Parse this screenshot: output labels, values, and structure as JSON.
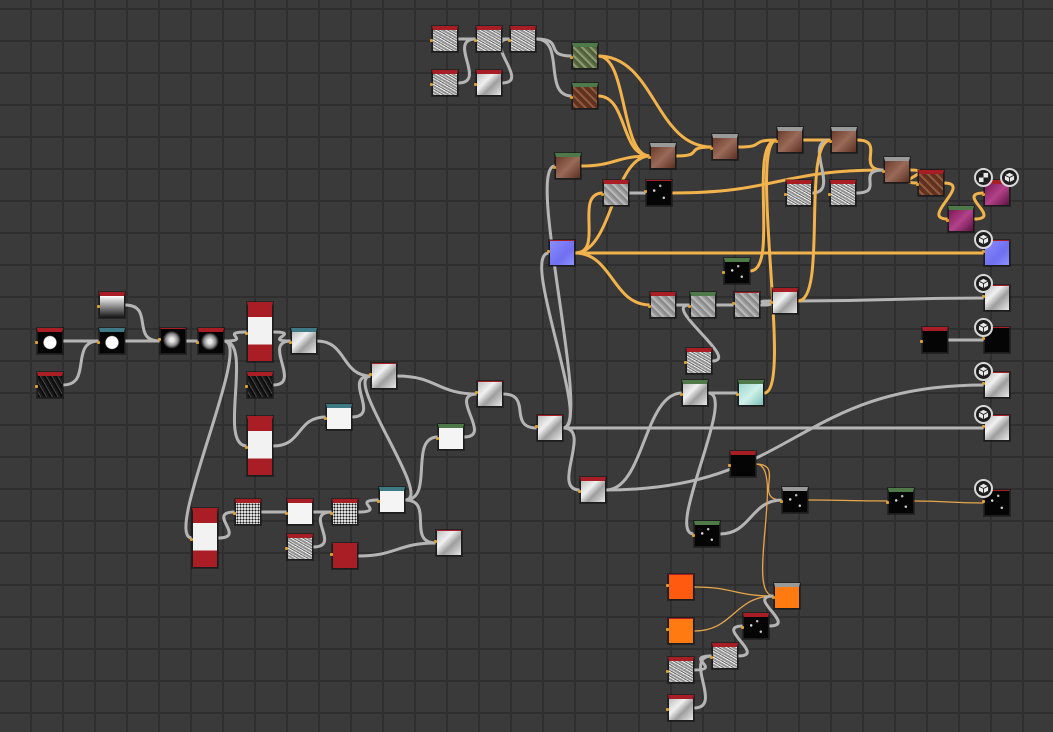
{
  "graph": {
    "background": "#3a3a3a",
    "grid_color": "#2f2f2f",
    "wire_gray": "#b5b5b5",
    "wire_orange": "#f2b24c",
    "wire_orange_thin": "#e8a64a"
  },
  "nodes": [
    {
      "name": "node-noise-a",
      "tex": "t-noise",
      "head": "red"
    },
    {
      "name": "node-noise-b",
      "tex": "t-noise",
      "head": "red"
    },
    {
      "name": "node-noise-c",
      "tex": "t-noise",
      "head": "red"
    },
    {
      "name": "node-noise-d",
      "tex": "t-noise",
      "head": "red"
    },
    {
      "name": "node-noise-e",
      "tex": "t-light",
      "head": "red"
    },
    {
      "name": "node-moss-color",
      "tex": "t-green",
      "head": "green"
    },
    {
      "name": "node-rust-color",
      "tex": "t-rust",
      "head": "green"
    },
    {
      "name": "node-brown-base",
      "tex": "t-brown",
      "head": "green"
    },
    {
      "name": "node-blend-brown-1",
      "tex": "t-brown",
      "head": "gray"
    },
    {
      "name": "node-blend-brown-2",
      "tex": "t-brown",
      "head": "gray"
    },
    {
      "name": "node-blend-brown-3",
      "tex": "t-brown",
      "head": "gray"
    },
    {
      "name": "node-blend-brown-4",
      "tex": "t-brown",
      "head": "gray"
    },
    {
      "name": "node-blend-brown-5",
      "tex": "t-brown",
      "head": "gray"
    },
    {
      "name": "node-blend-rust-6",
      "tex": "t-rust",
      "head": "red"
    },
    {
      "name": "node-magenta-mask",
      "tex": "t-magenta",
      "head": "green"
    },
    {
      "name": "node-basecolor-output",
      "tex": "t-magenta",
      "head": "red"
    },
    {
      "name": "node-gray-levels",
      "tex": "t-gray",
      "head": "red"
    },
    {
      "name": "node-dark-noise-1",
      "tex": "t-stars",
      "head": "none"
    },
    {
      "name": "node-checker-noise",
      "tex": "t-noise",
      "head": "red"
    },
    {
      "name": "node-checker-noise-2",
      "tex": "t-noise",
      "head": "red"
    },
    {
      "name": "node-normal-blue",
      "tex": "t-blue",
      "head": "none"
    },
    {
      "name": "node-normal-output",
      "tex": "t-blue",
      "head": "none"
    },
    {
      "name": "node-dark-noise-2",
      "tex": "t-stars",
      "head": "green"
    },
    {
      "name": "node-gray-blend-a",
      "tex": "t-gray",
      "head": "red"
    },
    {
      "name": "node-gray-blend-b",
      "tex": "t-gray",
      "head": "green"
    },
    {
      "name": "node-gray-blend-c",
      "tex": "t-gray",
      "head": "none"
    },
    {
      "name": "node-light-blend",
      "tex": "t-light",
      "head": "red"
    },
    {
      "name": "node-roughness-output",
      "tex": "t-light",
      "head": "none"
    },
    {
      "name": "node-dark-noise-3",
      "tex": "t-noise",
      "head": "red"
    },
    {
      "name": "node-black-source",
      "tex": "t-black",
      "head": "red"
    },
    {
      "name": "node-metallic-output",
      "tex": "t-black",
      "head": "none"
    },
    {
      "name": "node-mint-light",
      "tex": "t-light",
      "head": "green"
    },
    {
      "name": "node-mint",
      "tex": "t-mint",
      "head": "green"
    },
    {
      "name": "node-ao-output",
      "tex": "t-light",
      "head": "none"
    },
    {
      "name": "node-height-output",
      "tex": "t-light",
      "head": "none"
    },
    {
      "name": "node-circle-shape",
      "tex": "t-circle",
      "head": "red"
    },
    {
      "name": "node-dark-grunge",
      "tex": "t-dark",
      "head": "red"
    },
    {
      "name": "node-gradient",
      "tex": "t-gradient",
      "head": "red"
    },
    {
      "name": "node-circle-blur",
      "tex": "t-circle",
      "head": "teal"
    },
    {
      "name": "node-sphere-a",
      "tex": "t-sphere",
      "head": "none"
    },
    {
      "name": "node-sphere-b",
      "tex": "t-sphere",
      "head": "red"
    },
    {
      "name": "node-red-stack-1",
      "tex": "t-redstack",
      "head": "red"
    },
    {
      "name": "node-dark-grunge-2",
      "tex": "t-dark",
      "head": "red"
    },
    {
      "name": "node-red-stack-2",
      "tex": "t-redstack",
      "head": "red"
    },
    {
      "name": "node-teal-blend-1",
      "tex": "t-light",
      "head": "teal"
    },
    {
      "name": "node-teal-blend-2",
      "tex": "t-white",
      "head": "teal"
    },
    {
      "name": "node-light-merge-1",
      "tex": "t-light",
      "head": "none"
    },
    {
      "name": "node-white-green",
      "tex": "t-white",
      "head": "green"
    },
    {
      "name": "node-light-merge-2",
      "tex": "t-light",
      "head": "none"
    },
    {
      "name": "node-light-merge-3",
      "tex": "t-light",
      "head": "none"
    },
    {
      "name": "node-red-white",
      "tex": "t-light",
      "head": "red"
    },
    {
      "name": "node-red-stack-3",
      "tex": "t-redstack",
      "head": "red"
    },
    {
      "name": "node-dots-a",
      "tex": "t-dots",
      "head": "red"
    },
    {
      "name": "node-white-a",
      "tex": "t-white",
      "head": "red"
    },
    {
      "name": "node-white-b",
      "tex": "t-dots",
      "head": "red"
    },
    {
      "name": "node-gray-small",
      "tex": "t-noise",
      "head": "red"
    },
    {
      "name": "node-teal-white",
      "tex": "t-white",
      "head": "teal"
    },
    {
      "name": "node-red-solid",
      "tex": "t-red",
      "head": "none"
    },
    {
      "name": "node-gray-merge",
      "tex": "t-light",
      "head": "none"
    },
    {
      "name": "node-black-emissive",
      "tex": "t-black",
      "head": "red"
    },
    {
      "name": "node-dark-noise-4",
      "tex": "t-stars",
      "head": "gray"
    },
    {
      "name": "node-dark-green",
      "tex": "t-stars",
      "head": "green"
    },
    {
      "name": "node-dark-green-2",
      "tex": "t-stars",
      "head": "green"
    },
    {
      "name": "node-emissive-output",
      "tex": "t-stars",
      "head": "none"
    },
    {
      "name": "node-orange-red",
      "tex": "t-orangered",
      "head": "none"
    },
    {
      "name": "node-orange",
      "tex": "t-orange",
      "head": "none"
    },
    {
      "name": "node-orange-blend",
      "tex": "t-orange",
      "head": "gray"
    },
    {
      "name": "node-dark-noise-5",
      "tex": "t-stars",
      "head": "red"
    },
    {
      "name": "node-gray-noise-6",
      "tex": "t-noise",
      "head": "red"
    },
    {
      "name": "node-gray-noise-7",
      "tex": "t-noise",
      "head": "red"
    },
    {
      "name": "node-gray-noise-8",
      "tex": "t-light",
      "head": "red"
    }
  ],
  "output_icons": [
    {
      "name": "output-checker-icon",
      "glyph": "checker"
    },
    {
      "name": "output-cube-icon-basecolor",
      "glyph": "cube"
    },
    {
      "name": "output-cube-icon-normal",
      "glyph": "cube"
    },
    {
      "name": "output-cube-icon-roughness",
      "glyph": "cube"
    },
    {
      "name": "output-cube-icon-metallic",
      "glyph": "cube"
    },
    {
      "name": "output-cube-icon-ao",
      "glyph": "cube"
    },
    {
      "name": "output-cube-icon-height",
      "glyph": "cube"
    },
    {
      "name": "output-cube-icon-emissive",
      "glyph": "cube"
    }
  ]
}
